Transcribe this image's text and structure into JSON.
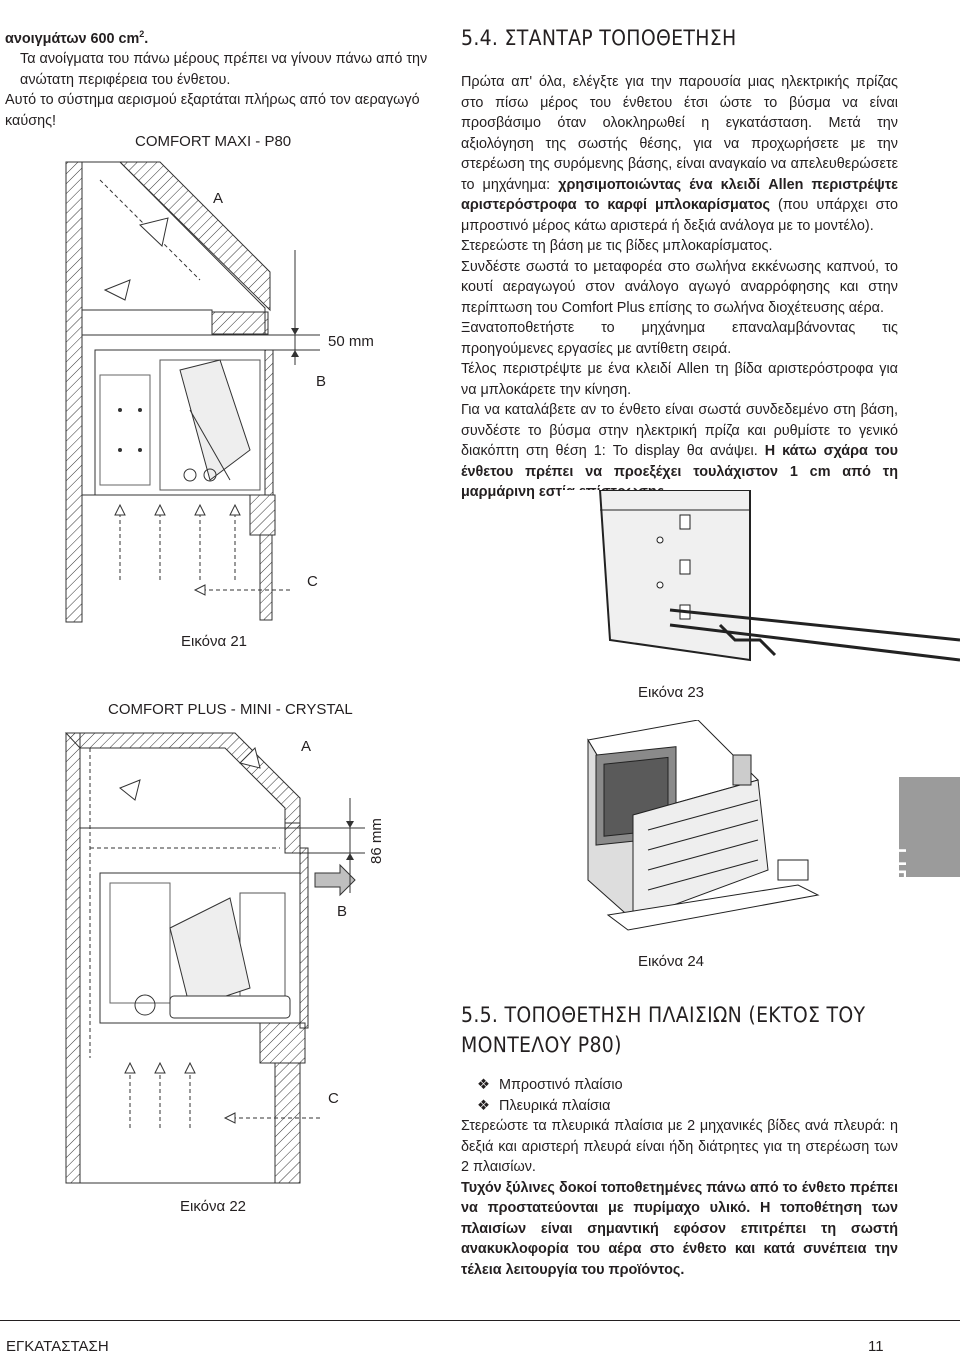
{
  "top_left": {
    "line1_bold": "ανοιγμάτων 600 cm",
    "line1_sup": "2",
    "line1_end": ".",
    "line2": "Τα ανοίγματα του πάνω μέρους πρέπει να γίνουν πάνω από την ανώτατη περιφέρεια του ένθετου.",
    "line3": "Αυτό το σύστημα αερισμού εξαρτάται πλήρως από τον αεραγωγό καύσης!"
  },
  "fig21": {
    "title": "COMFORT MAXI - P80",
    "label_a": "A",
    "label_b": "B",
    "label_c": "C",
    "dim": "50 mm",
    "caption": "Εικόνα 21"
  },
  "fig22": {
    "title": "COMFORT PLUS - MINI - CRYSTAL",
    "label_a": "A",
    "label_b": "B",
    "label_c": "C",
    "dim": "86 mm",
    "caption": "Εικόνα 22"
  },
  "fig23": {
    "caption": "Εικόνα 23"
  },
  "fig24": {
    "caption": "Εικόνα 24"
  },
  "section54": {
    "heading": "5.4. ΣΤΑΝΤΑΡ ΤΟΠΟΘΕΤΗΣΗ",
    "p1a": "Πρώτα απ' όλα, ελέγξτε για την παρουσία μιας ηλεκτρικής πρίζας στο πίσω μέρος του ένθετου έτσι ώστε το βύσμα να είναι προσβάσιμο όταν ολοκληρωθεί η εγκατάσταση. Μετά την αξιολόγηση της σωστής θέσης, για να προχωρήσετε με την στερέωση της συρόμενης βάσης, είναι αναγκαίο να απελευθερώσετε το μηχάνημα: ",
    "p1b": "χρησιμοποιώντας ένα κλειδί Allen περιστρέψτε αριστερόστροφα το καρφί μπλοκαρίσματος",
    "p1c": " (που υπάρχει στο μπροστινό μέρος κάτω αριστερά ή δεξιά ανάλογα με το μοντέλο).",
    "p2": "Στερεώστε τη βάση με τις βίδες μπλοκαρίσματος.",
    "p3": "Συνδέστε σωστά το μεταφορέα στο σωλήνα εκκένωσης καπνού, το κουτί αεραγωγού στον ανάλογο αγωγό αναρρόφησης και στην περίπτωση του Comfort Plus επίσης το σωλήνα διοχέτευσης αέρα.",
    "p4": "Ξανατοποθετήστε το μηχάνημα επαναλαμβάνοντας τις προηγούμενες εργασίες με αντίθετη σειρά.",
    "p5": "Τέλος περιστρέψτε με ένα κλειδί Allen τη βίδα αριστερόστροφα για να μπλοκάρετε την κίνηση.",
    "p6a": "Για να καταλάβετε αν το ένθετο είναι σωστά συνδεδεμένο στη βάση, συνδέστε το βύσμα στην ηλεκτρική πρίζα και ρυθμίστε το γενικό διακόπτη στη θέση 1: To display θα ανάψει. ",
    "p6b": "Η κάτω σχάρα του ένθετου πρέπει να προεξέχει τουλάχιστον 1 cm από τη μαρμάρινη εστία επίστρωσης."
  },
  "section55": {
    "heading_line1": "5.5. ΤΟΠΟΘΕΤΗΣΗ ΠΛΑΙΣΙΩΝ (ΕΚΤΟΣ ΤΟΥ",
    "heading_line2": "ΜΟΝΤΕΛΟΥ P80)",
    "bullet1": "Μπροστινό πλαίσιο",
    "bullet2": "Πλευρικά πλαίσια",
    "p1": "Στερεώστε τα πλευρικά πλαίσια με 2 μηχανικές βίδες ανά πλευρά: η δεξιά και αριστερή πλευρά είναι ήδη διάτρητες για τη στερέωση των 2 πλαισίων.",
    "p2": "Τυχόν ξύλινες δοκοί τοποθετημένες πάνω από το ένθετο πρέπει να προστατεύονται με πυρίμαχο υλικό. Η τοποθέτηση των πλαισίων είναι σημαντική εφόσον επιτρέπει τη σωστή ανακυκλοφορία του αέρα στο ένθετο και κατά συνέπεια την τέλεια λειτουργία του προϊόντος."
  },
  "side_tab": "HE",
  "footer": {
    "left": "ΕΓΚΑΤΑΣΤΑΣΗ",
    "right": "11"
  },
  "colors": {
    "tab": "#9b9b9b",
    "text": "#231f20",
    "arrow_fill": "#bfbfbf"
  }
}
